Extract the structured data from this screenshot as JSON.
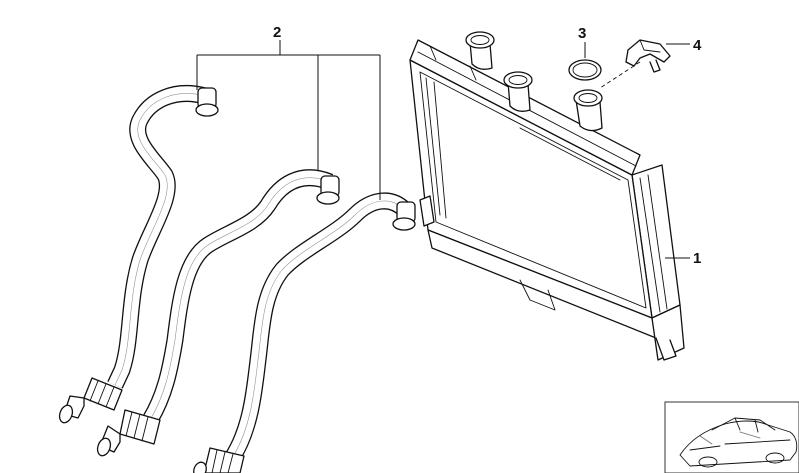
{
  "diagram": {
    "callouts": {
      "hoses": "2",
      "radiator": "1",
      "seal_ring": "3",
      "clip": "4"
    }
  }
}
